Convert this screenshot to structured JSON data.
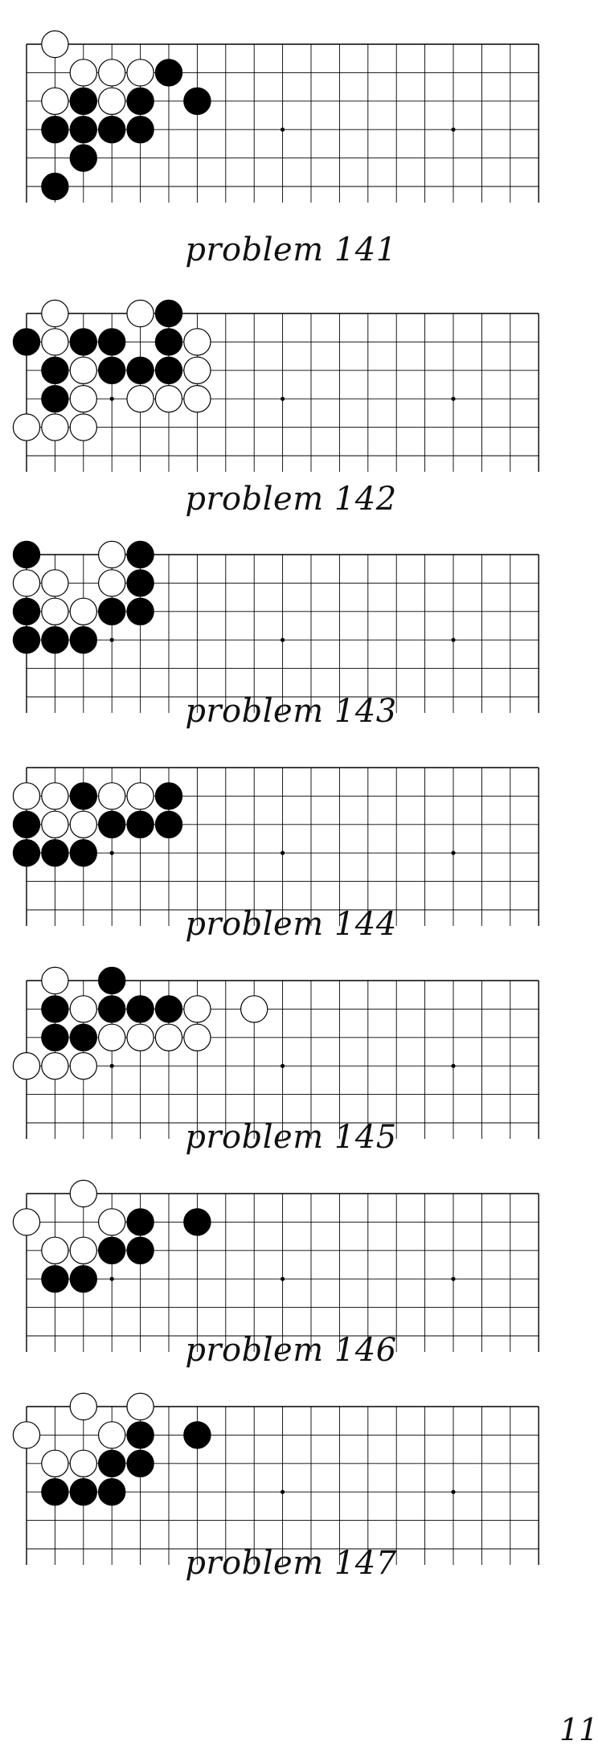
{
  "page_number": "11",
  "stone_colors": {
    "black": "#000000",
    "white": "#ffffff"
  },
  "problems": [
    {
      "caption": "problem 141",
      "stones": [
        {
          "c": "w",
          "col": 1,
          "row": 0
        },
        {
          "c": "w",
          "col": 2,
          "row": 1
        },
        {
          "c": "w",
          "col": 3,
          "row": 1
        },
        {
          "c": "w",
          "col": 4,
          "row": 1
        },
        {
          "c": "b",
          "col": 5,
          "row": 1
        },
        {
          "c": "w",
          "col": 1,
          "row": 2
        },
        {
          "c": "b",
          "col": 2,
          "row": 2
        },
        {
          "c": "w",
          "col": 3,
          "row": 2
        },
        {
          "c": "b",
          "col": 4,
          "row": 2
        },
        {
          "c": "b",
          "col": 6,
          "row": 2
        },
        {
          "c": "b",
          "col": 1,
          "row": 3
        },
        {
          "c": "b",
          "col": 2,
          "row": 3
        },
        {
          "c": "b",
          "col": 3,
          "row": 3
        },
        {
          "c": "b",
          "col": 4,
          "row": 3
        },
        {
          "c": "b",
          "col": 2,
          "row": 4
        },
        {
          "c": "b",
          "col": 1,
          "row": 5
        }
      ]
    },
    {
      "caption": "problem 142",
      "stones": [
        {
          "c": "w",
          "col": 1,
          "row": 0
        },
        {
          "c": "w",
          "col": 4,
          "row": 0
        },
        {
          "c": "b",
          "col": 5,
          "row": 0
        },
        {
          "c": "b",
          "col": 0,
          "row": 1
        },
        {
          "c": "w",
          "col": 1,
          "row": 1
        },
        {
          "c": "b",
          "col": 2,
          "row": 1
        },
        {
          "c": "b",
          "col": 3,
          "row": 1
        },
        {
          "c": "b",
          "col": 5,
          "row": 1
        },
        {
          "c": "w",
          "col": 6,
          "row": 1
        },
        {
          "c": "b",
          "col": 1,
          "row": 2
        },
        {
          "c": "w",
          "col": 2,
          "row": 2
        },
        {
          "c": "b",
          "col": 3,
          "row": 2
        },
        {
          "c": "b",
          "col": 4,
          "row": 2
        },
        {
          "c": "b",
          "col": 5,
          "row": 2
        },
        {
          "c": "w",
          "col": 6,
          "row": 2
        },
        {
          "c": "b",
          "col": 1,
          "row": 3
        },
        {
          "c": "w",
          "col": 2,
          "row": 3
        },
        {
          "c": "w",
          "col": 4,
          "row": 3
        },
        {
          "c": "w",
          "col": 5,
          "row": 3
        },
        {
          "c": "w",
          "col": 6,
          "row": 3
        },
        {
          "c": "w",
          "col": 0,
          "row": 4
        },
        {
          "c": "w",
          "col": 1,
          "row": 4
        },
        {
          "c": "w",
          "col": 2,
          "row": 4
        }
      ]
    },
    {
      "caption": "problem 143",
      "stones": [
        {
          "c": "b",
          "col": 0,
          "row": 0
        },
        {
          "c": "w",
          "col": 3,
          "row": 0
        },
        {
          "c": "b",
          "col": 4,
          "row": 0
        },
        {
          "c": "w",
          "col": 0,
          "row": 1
        },
        {
          "c": "w",
          "col": 1,
          "row": 1
        },
        {
          "c": "w",
          "col": 3,
          "row": 1
        },
        {
          "c": "b",
          "col": 4,
          "row": 1
        },
        {
          "c": "b",
          "col": 0,
          "row": 2
        },
        {
          "c": "w",
          "col": 1,
          "row": 2
        },
        {
          "c": "w",
          "col": 2,
          "row": 2
        },
        {
          "c": "b",
          "col": 3,
          "row": 2
        },
        {
          "c": "b",
          "col": 4,
          "row": 2
        },
        {
          "c": "b",
          "col": 0,
          "row": 3
        },
        {
          "c": "b",
          "col": 1,
          "row": 3
        },
        {
          "c": "b",
          "col": 2,
          "row": 3
        }
      ]
    },
    {
      "caption": "problem 144",
      "stones": [
        {
          "c": "w",
          "col": 0,
          "row": 1
        },
        {
          "c": "w",
          "col": 1,
          "row": 1
        },
        {
          "c": "b",
          "col": 2,
          "row": 1
        },
        {
          "c": "w",
          "col": 3,
          "row": 1
        },
        {
          "c": "w",
          "col": 4,
          "row": 1
        },
        {
          "c": "b",
          "col": 5,
          "row": 1
        },
        {
          "c": "b",
          "col": 0,
          "row": 2
        },
        {
          "c": "w",
          "col": 1,
          "row": 2
        },
        {
          "c": "w",
          "col": 2,
          "row": 2
        },
        {
          "c": "b",
          "col": 3,
          "row": 2
        },
        {
          "c": "b",
          "col": 4,
          "row": 2
        },
        {
          "c": "b",
          "col": 5,
          "row": 2
        },
        {
          "c": "b",
          "col": 0,
          "row": 3
        },
        {
          "c": "b",
          "col": 1,
          "row": 3
        },
        {
          "c": "b",
          "col": 2,
          "row": 3
        }
      ]
    },
    {
      "caption": "problem 145",
      "stones": [
        {
          "c": "w",
          "col": 1,
          "row": 0
        },
        {
          "c": "b",
          "col": 3,
          "row": 0
        },
        {
          "c": "b",
          "col": 1,
          "row": 1
        },
        {
          "c": "w",
          "col": 2,
          "row": 1
        },
        {
          "c": "b",
          "col": 3,
          "row": 1
        },
        {
          "c": "b",
          "col": 4,
          "row": 1
        },
        {
          "c": "b",
          "col": 5,
          "row": 1
        },
        {
          "c": "w",
          "col": 6,
          "row": 1
        },
        {
          "c": "w",
          "col": 8,
          "row": 1
        },
        {
          "c": "b",
          "col": 1,
          "row": 2
        },
        {
          "c": "b",
          "col": 2,
          "row": 2
        },
        {
          "c": "w",
          "col": 3,
          "row": 2
        },
        {
          "c": "w",
          "col": 4,
          "row": 2
        },
        {
          "c": "w",
          "col": 5,
          "row": 2
        },
        {
          "c": "w",
          "col": 6,
          "row": 2
        },
        {
          "c": "w",
          "col": 0,
          "row": 3
        },
        {
          "c": "w",
          "col": 1,
          "row": 3
        },
        {
          "c": "w",
          "col": 2,
          "row": 3
        }
      ]
    },
    {
      "caption": "problem 146",
      "stones": [
        {
          "c": "w",
          "col": 2,
          "row": 0
        },
        {
          "c": "w",
          "col": 0,
          "row": 1
        },
        {
          "c": "w",
          "col": 3,
          "row": 1
        },
        {
          "c": "b",
          "col": 4,
          "row": 1
        },
        {
          "c": "b",
          "col": 6,
          "row": 1
        },
        {
          "c": "w",
          "col": 1,
          "row": 2
        },
        {
          "c": "w",
          "col": 2,
          "row": 2
        },
        {
          "c": "b",
          "col": 3,
          "row": 2
        },
        {
          "c": "b",
          "col": 4,
          "row": 2
        },
        {
          "c": "b",
          "col": 1,
          "row": 3
        },
        {
          "c": "b",
          "col": 2,
          "row": 3
        }
      ]
    },
    {
      "caption": "problem 147",
      "stones": [
        {
          "c": "w",
          "col": 2,
          "row": 0
        },
        {
          "c": "w",
          "col": 4,
          "row": 0
        },
        {
          "c": "w",
          "col": 0,
          "row": 1
        },
        {
          "c": "w",
          "col": 3,
          "row": 1
        },
        {
          "c": "b",
          "col": 4,
          "row": 1
        },
        {
          "c": "b",
          "col": 6,
          "row": 1
        },
        {
          "c": "w",
          "col": 1,
          "row": 2
        },
        {
          "c": "w",
          "col": 2,
          "row": 2
        },
        {
          "c": "b",
          "col": 3,
          "row": 2
        },
        {
          "c": "b",
          "col": 4,
          "row": 2
        },
        {
          "c": "b",
          "col": 1,
          "row": 3
        },
        {
          "c": "b",
          "col": 2,
          "row": 3
        },
        {
          "c": "b",
          "col": 3,
          "row": 3
        }
      ]
    }
  ]
}
